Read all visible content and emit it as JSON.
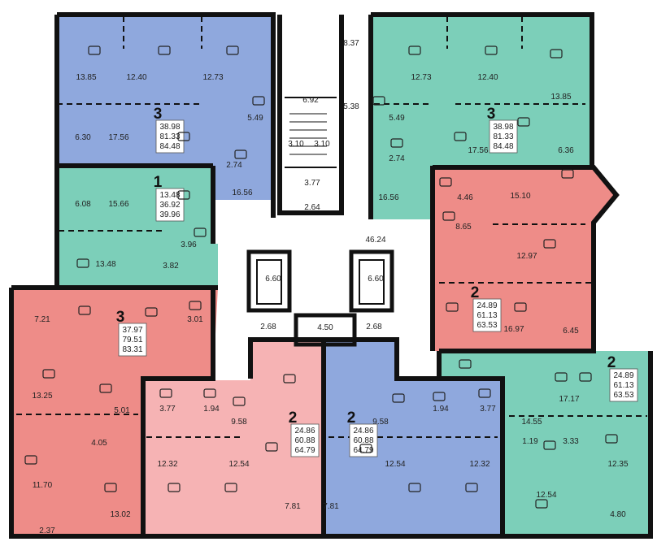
{
  "colors": {
    "blue": "#8fa8dd",
    "teal": "#7ccfb9",
    "red": "#ee8c88",
    "pink": "#f6b3b4",
    "wall": "#111111",
    "common": "#ffffff"
  },
  "apartments": [
    {
      "id": "nw",
      "rooms": "3",
      "areas": [
        "38.98",
        "81.33",
        "84.48"
      ]
    },
    {
      "id": "ne",
      "rooms": "3",
      "areas": [
        "38.98",
        "81.33",
        "84.48"
      ]
    },
    {
      "id": "w1",
      "rooms": "1",
      "areas": [
        "13.48",
        "36.92",
        "39.96"
      ]
    },
    {
      "id": "e2",
      "rooms": "2",
      "areas": [
        "24.89",
        "61.13",
        "63.53"
      ]
    },
    {
      "id": "sw",
      "rooms": "3",
      "areas": [
        "37.97",
        "79.51",
        "83.31"
      ]
    },
    {
      "id": "se",
      "rooms": "2",
      "areas": [
        "24.89",
        "61.13",
        "63.53"
      ]
    },
    {
      "id": "sp",
      "rooms": "2",
      "areas": [
        "24.86",
        "60.88",
        "64.79"
      ]
    },
    {
      "id": "sb",
      "rooms": "2",
      "areas": [
        "24.86",
        "60.88",
        "64.79"
      ]
    }
  ],
  "room_labels": [
    "13.85",
    "12.40",
    "12.73",
    "6.30",
    "17.56",
    "5.49",
    "2.74",
    "16.56",
    "12.73",
    "12.40",
    "13.85",
    "5.49",
    "2.74",
    "16.56",
    "17.56",
    "6.36",
    "8.37",
    "6.92",
    "5.38",
    "3.10",
    "3.10",
    "3.77",
    "2.64",
    "46.24",
    "6.08",
    "15.66",
    "3.96",
    "13.48",
    "3.82",
    "4.46",
    "15.10",
    "8.65",
    "12.97",
    "16.97",
    "6.45",
    "6.60",
    "6.60",
    "2.68",
    "4.50",
    "2.68",
    "7.21",
    "3.01",
    "13.25",
    "5.01",
    "4.05",
    "11.70",
    "13.02",
    "2.37",
    "3.77",
    "1.94",
    "9.58",
    "12.32",
    "12.54",
    "7.81",
    "9.58",
    "1.94",
    "3.77",
    "12.54",
    "12.32",
    "7.81",
    "17.17",
    "14.55",
    "1.19",
    "3.33",
    "12.35",
    "12.54",
    "4.80"
  ],
  "icons": [
    "sofa-icon",
    "bed-icon",
    "baby-icon",
    "lamp-icon",
    "dining-icon",
    "bath-icon",
    "wc-icon",
    "hanger-icon"
  ]
}
